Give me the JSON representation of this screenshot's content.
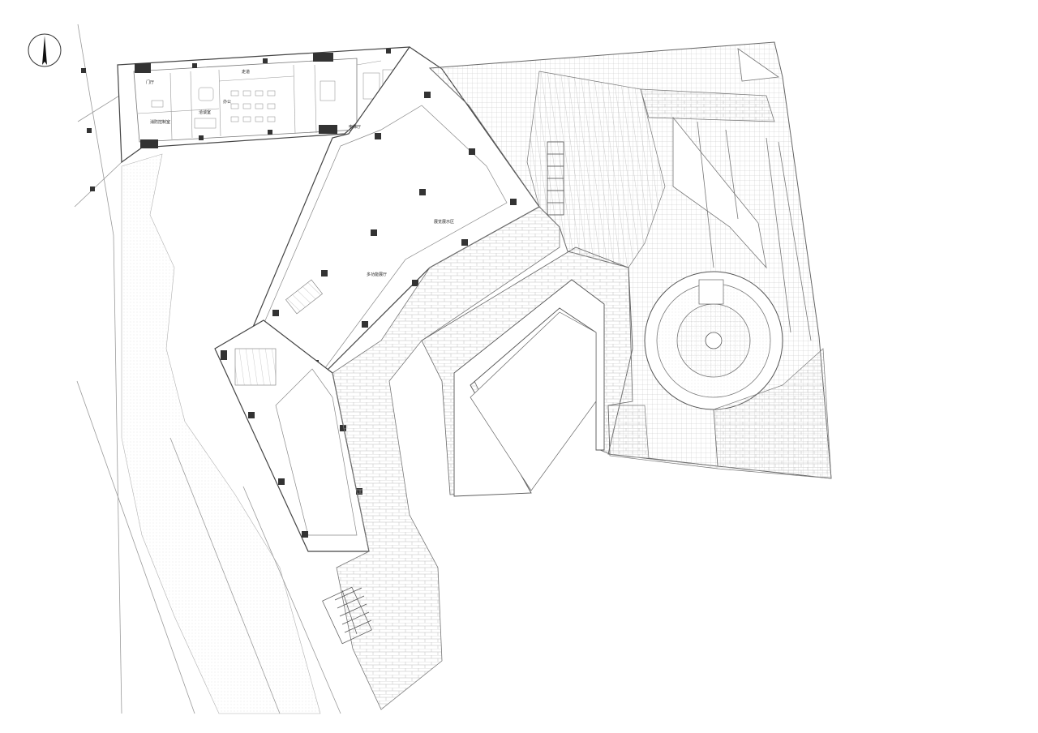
{
  "drawing": {
    "north_arrow": "north-arrow-icon",
    "room_labels": [
      {
        "key": "lobby",
        "text": "门厅"
      },
      {
        "key": "corridor",
        "text": "走道"
      },
      {
        "key": "office",
        "text": "办公"
      },
      {
        "key": "meeting",
        "text": "洽谈室"
      },
      {
        "key": "consult",
        "text": "消防控制室"
      },
      {
        "key": "equipment",
        "text": "电梯厅"
      },
      {
        "key": "hall_upper",
        "text": "展览展示区"
      },
      {
        "key": "hall_lower",
        "text": "多功能展厅"
      }
    ],
    "colors": {
      "line": "#555555",
      "fine_line": "#9a9a9a",
      "column": "#333333",
      "hatch": "#bdbdbd"
    }
  }
}
